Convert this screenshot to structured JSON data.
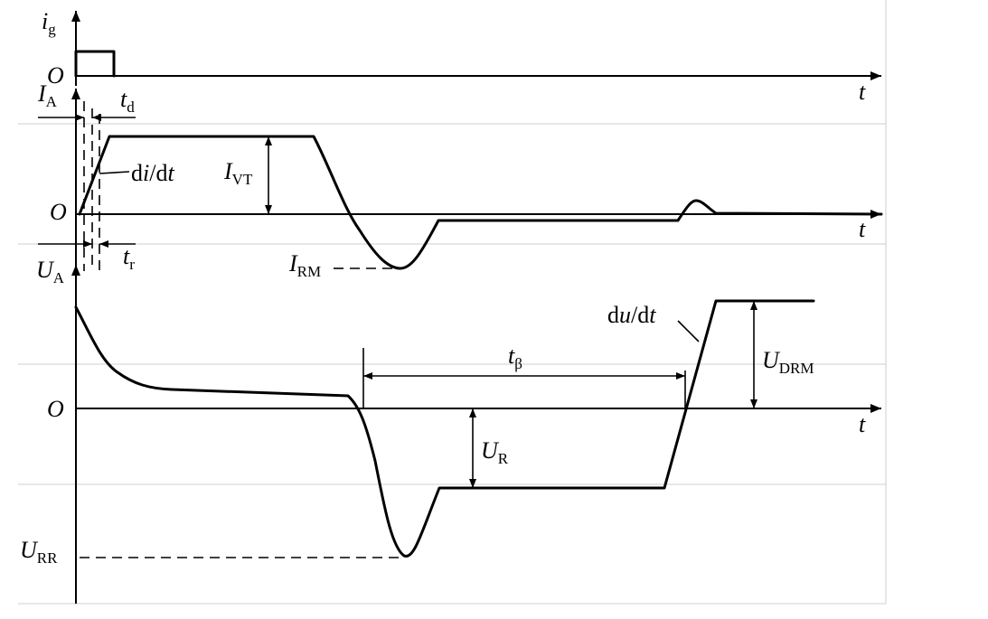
{
  "labels": {
    "ig": {
      "main": "i",
      "sub": "g"
    },
    "ia": {
      "main": "I",
      "sub": "A"
    },
    "ua": {
      "main": "U",
      "sub": "A"
    },
    "td": {
      "main": "t",
      "sub": "d"
    },
    "tr": {
      "main": "t",
      "sub": "r"
    },
    "ivt": {
      "main": "I",
      "sub": "VT"
    },
    "irm": {
      "main": "I",
      "sub": "RM"
    },
    "tbeta": {
      "main": "t",
      "sub": "β"
    },
    "udrm": {
      "main": "U",
      "sub": "DRM"
    },
    "ur": {
      "main": "U",
      "sub": "R"
    },
    "urr": {
      "main": "U",
      "sub": "RR"
    },
    "didt": {
      "p1": "d",
      "p2": "i",
      "p3": "/d",
      "p4": "t"
    },
    "dudt": {
      "p1": "d",
      "p2": "u",
      "p3": "/d",
      "p4": "t"
    },
    "origin": "O",
    "time_axis": "t"
  }
}
